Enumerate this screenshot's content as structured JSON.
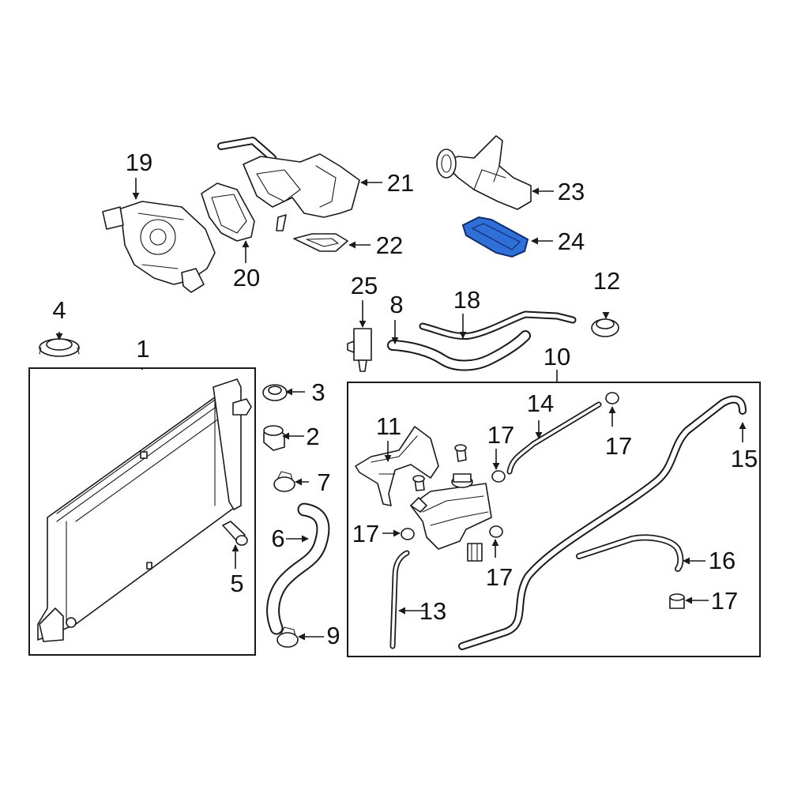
{
  "callouts": [
    "1",
    "2",
    "3",
    "4",
    "5",
    "6",
    "7",
    "8",
    "9",
    "10",
    "11",
    "12",
    "13",
    "14",
    "15",
    "16",
    "17",
    "18",
    "19",
    "20",
    "21",
    "22",
    "23",
    "24",
    "25"
  ],
  "highlight_color": "#2f6fd8",
  "highlighted_part": "24"
}
